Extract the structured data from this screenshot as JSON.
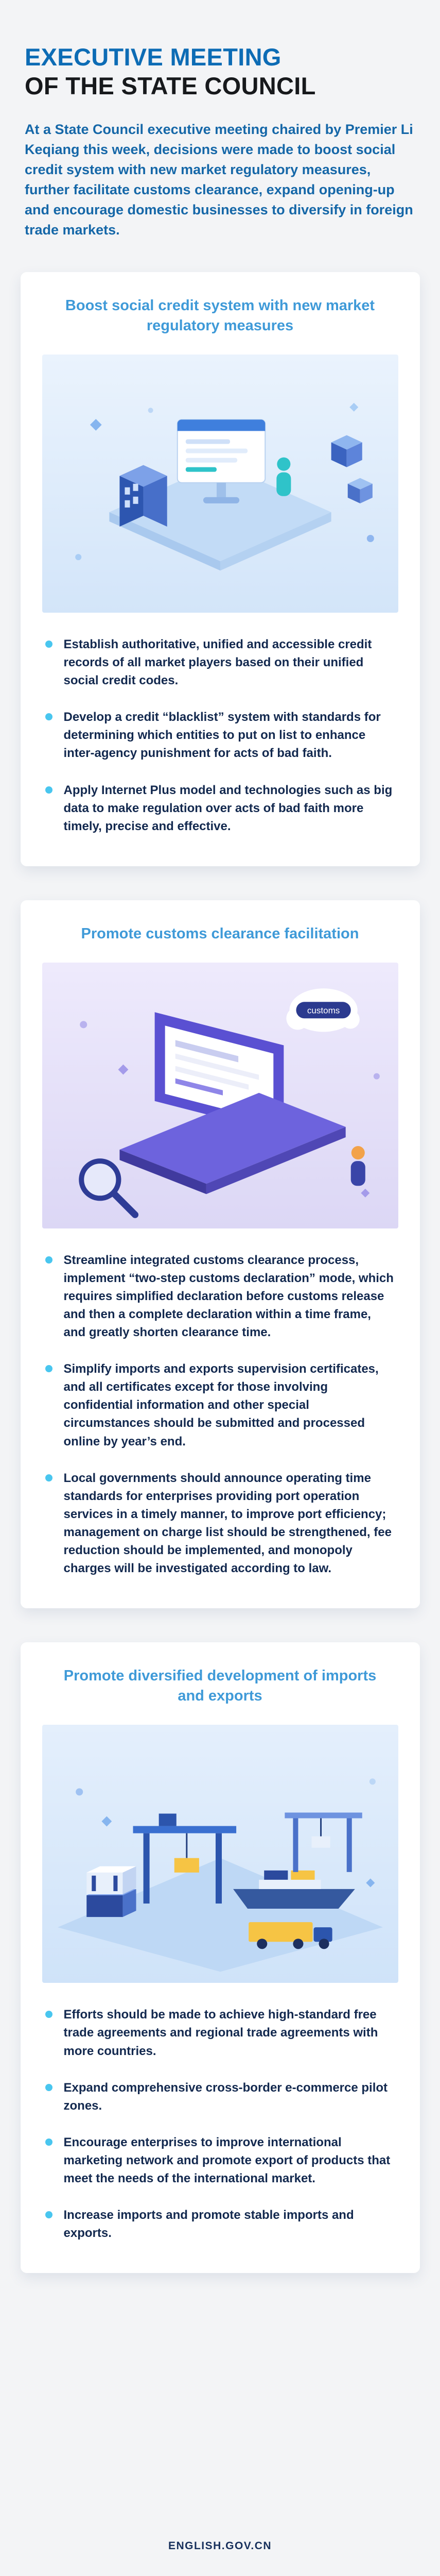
{
  "header": {
    "title_line1": "EXECUTIVE MEETING",
    "title_line2": "OF THE STATE COUNCIL",
    "intro": "At a State Council executive meeting chaired by Premier Li Keqiang this week, decisions were made to boost social credit system with new market regulatory measures, further facilitate customs clearance, expand opening-up and encourage domestic businesses to diversify in foreign trade markets."
  },
  "colors": {
    "title_blue": "#0d6cb5",
    "title_black": "#17191c",
    "intro_blue": "#1567a8",
    "card_heading_blue": "#3f9ad8",
    "bullet_dot_cyan": "#49c6ef",
    "bullet_text_navy": "#13294f",
    "page_background": "#f3f4f6",
    "card_background": "#ffffff",
    "illustration1_background": "#dfeefb",
    "illustration2_background": "#e7e3f9",
    "illustration3_background": "#dcebfa"
  },
  "cards": [
    {
      "heading": "Boost social credit system with new market regulatory measures",
      "illustration": "isometric-social-credit-monitoring-scene",
      "bullets": [
        "Establish authoritative, unified and accessible credit records of all market players based on their unified social credit codes.",
        "Develop a credit “blacklist” system with standards for determining which entities to put on list to enhance inter-agency punishment for acts of bad faith.",
        "Apply Internet Plus model and technologies such as big data to make regulation over acts of bad faith more timely, precise and effective."
      ]
    },
    {
      "heading": "Promote customs clearance facilitation",
      "illustration": "isometric-laptop-customs-declaration-scene",
      "illustration_label": "customs",
      "bullets": [
        "Streamline integrated customs clearance process, implement “two-step customs declaration” mode, which requires simplified declaration before customs release and then a complete declaration within a time frame, and greatly shorten clearance time.",
        "Simplify imports and exports supervision certificates, and all certificates except for those involving confidential information and other special circumstances should be submitted and processed online by year’s end.",
        "Local governments should announce operating time standards for enterprises providing port operation services in a timely manner, to improve port efficiency; management on charge list should be strengthened, fee reduction should be implemented, and monopoly charges will be investigated according to law."
      ]
    },
    {
      "heading": "Promote diversified development of imports and exports",
      "illustration": "isometric-port-cranes-containers-scene",
      "bullets": [
        "Efforts should be made to achieve high-standard free trade agreements and regional trade agreements with more countries.",
        "Expand comprehensive cross-border e-commerce pilot zones.",
        "Encourage enterprises to improve international marketing network and promote export of products that meet the needs of the international market.",
        "Increase imports and promote stable imports and exports."
      ]
    }
  ],
  "footer": {
    "site": "ENGLISH.GOV.CN"
  }
}
